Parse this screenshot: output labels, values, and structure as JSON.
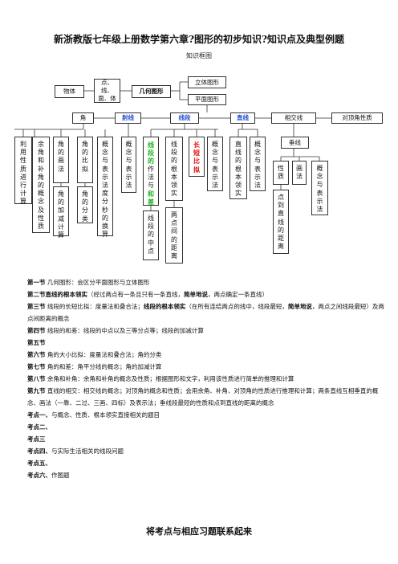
{
  "title": "新浙教版七年级上册数学第六章?图形的初步知识?知识点及典型例题",
  "subtitle": "知识框图",
  "diagram": {
    "wuti": "物体",
    "dxmt": "点、线、面、体",
    "jihe": "几何图形",
    "liti": "立体图形",
    "pingmian": "平面图形",
    "jiao": "角",
    "shexian": "射线",
    "xianduan": "线段",
    "zhixian": "直线",
    "xiangjiaoxian": "相交线",
    "duidingjiao": "对顶角性质",
    "chuixian": "垂线",
    "v1": "利用性质进行计算",
    "v2": "余角和补角的概念及性质",
    "v3": "角的画法",
    "v3b": "角的加减计算",
    "v4": "角的比拟",
    "v4b": "角的分类",
    "v5": "概念与表示法度分秒的换算",
    "v6": "概念与表示法",
    "v7a": "线段的",
    "v7b": "作法与",
    "v7c": "和差",
    "v7d": "线段的中点",
    "v8": "线段的根本领实",
    "v8b": "两点间的距离",
    "v9": "长短比拟",
    "v10": "概念与表示法",
    "v11": "直线的根本领实",
    "v12": "概念与表示法",
    "v13": "性质",
    "v13b": "点到直线的距离",
    "v14": "画法",
    "v15": "概念与表示法"
  },
  "notes": {
    "s1_h": "第一节",
    "s1_t": "几何图形：会区分平面图形与立体图形",
    "s2_h": "第二节直线的根本领实",
    "s2_t1": "（经过两点有一条且只有一条直线，",
    "s2_b": "简单地说",
    "s2_t2": "，两点确定一条直线）",
    "s3_h": "第三节",
    "s3_t1": "线段的长短比拟：度量法和叠合法；",
    "s3_b1": "线段的根本领实",
    "s3_t2": "（在所有连结两点的线中，线段最短，",
    "s3_b2": "简单地说",
    "s3_t3": "，两点之间线段最短）及两点间距离的概念",
    "s4_h": "第四节",
    "s4_t": "线段的和差：线段的中点以及三等分点等；线段的加减计算",
    "s5_h": "第五节",
    "s6_h": "第六节",
    "s6_t": "角的大小比拟：度量法和叠合法；角的分类",
    "s7_h": "第七节",
    "s7_t": "角的和差：角平分线的概念；角的加减计算",
    "s8_h": "第八节",
    "s8_t": "余角和补角：余角和补角的概念及性质；根据图形和文字，利用该性质进行简单的推理和计算",
    "s9_h": "第九节",
    "s9_t": "直线的相交：相交线的概念；对顶角的概念和性质；会用余角、补角、对顶角的性质进行推理和计算；两条直线互相垂直的概念、画法（一靠、二过、三画、四标）及表示法；垂线段最短的性质和点到直线的距离的概念",
    "k1_h": "考点一、",
    "k1_t": "与概念、性质、根本领实直接相关的题目",
    "k2_h": "考点二、",
    "k3_h": "考点三",
    "k4_h": "考点四、",
    "k4_t": "与实际生活相关的线段问题",
    "k5_h": "考点五、",
    "k6_h": "考点六、",
    "k6_t": "作图题"
  },
  "footer": "将考点与相应习题联系起来",
  "colors": {
    "blue": "#1f4fd0",
    "green": "#1db51d",
    "red": "#e01010"
  }
}
